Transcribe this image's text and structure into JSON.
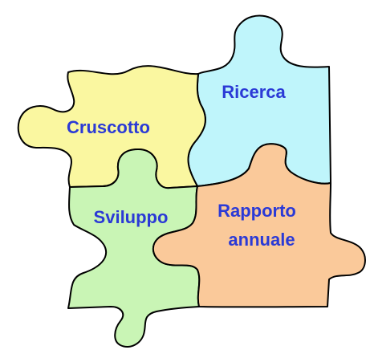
{
  "diagram": {
    "type": "puzzle",
    "text_color": "#2b3ad6",
    "pieces": [
      {
        "id": "cruscotto",
        "label": "Cruscotto",
        "fill": "#faf7a0"
      },
      {
        "id": "ricerca",
        "label": "Ricerca",
        "fill": "#bff5fb"
      },
      {
        "id": "sviluppo",
        "label": "Sviluppo",
        "fill": "#c9f5b5"
      },
      {
        "id": "rapporto-annuale",
        "label_lines": [
          "Rapporto",
          "annuale"
        ],
        "fill": "#fac99a"
      }
    ]
  }
}
